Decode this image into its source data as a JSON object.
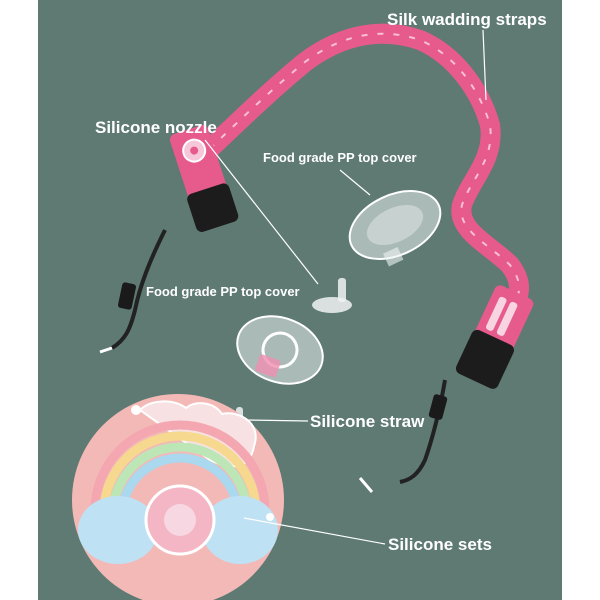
{
  "annotations": {
    "silk_wadding_straps": "Silk wadding straps",
    "silicone_nozzle": "Silicone nozzle",
    "top_cover_upper": "Food grade PP top cover",
    "top_cover_lower": "Food grade PP top cover",
    "silicone_straw": "Silicone straw",
    "silicone_sets": "Silicone sets"
  },
  "colors": {
    "background": "#5e7a72",
    "strap_pink": "#e65a8c",
    "bottle_pink": "#f3b9b7",
    "label_text": "#ffffff"
  }
}
